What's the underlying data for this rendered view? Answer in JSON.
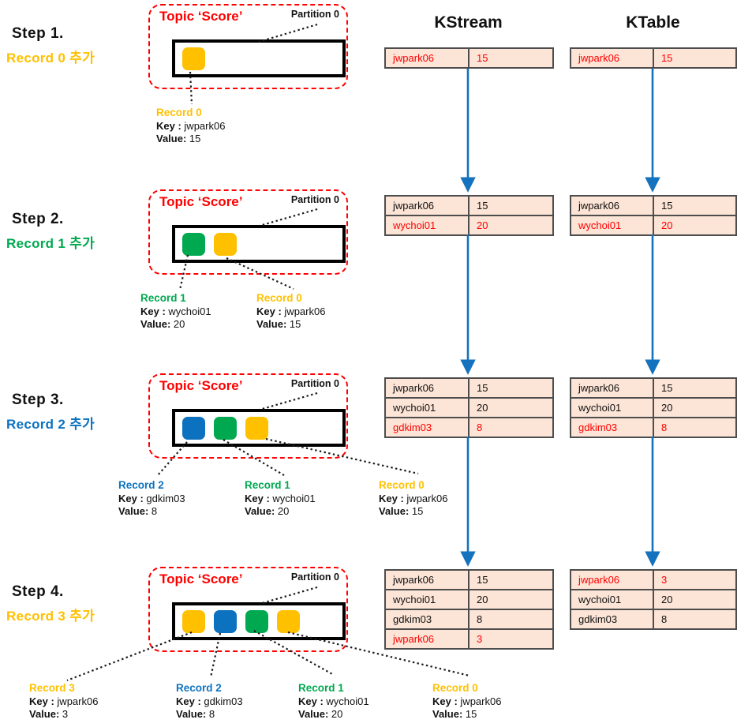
{
  "headers": {
    "kstream": "KStream",
    "ktable": "KTable"
  },
  "topic": {
    "title": "Topic ‘Score’",
    "partition": "Partition 0"
  },
  "colors": {
    "yellow": "#FFC000",
    "green": "#00A94F",
    "blue": "#0C72BF",
    "red": "#FF0000",
    "black": "#111111",
    "arrow": "#1472BE",
    "table_bg": "#FCE4D6",
    "topic_border": "#FF0000"
  },
  "steps": [
    {
      "label": "Step 1.",
      "sublabel": "Record 0 추가",
      "sublabel_color": "yellow",
      "squares": [
        "yellow"
      ],
      "records": [
        {
          "name": "Record 0",
          "color": "yellow",
          "key_label": "Key :",
          "key": "jwpark06",
          "value_label": "Value:",
          "value": "15"
        }
      ],
      "kstream": [
        {
          "key": "jwpark06",
          "value": "15",
          "new": true
        }
      ],
      "ktable": [
        {
          "key": "jwpark06",
          "value": "15",
          "new": true
        }
      ]
    },
    {
      "label": "Step 2.",
      "sublabel": "Record 1 추가",
      "sublabel_color": "green",
      "squares": [
        "green",
        "yellow"
      ],
      "records": [
        {
          "name": "Record 1",
          "color": "green",
          "key_label": "Key :",
          "key": "wychoi01",
          "value_label": "Value:",
          "value": "20"
        },
        {
          "name": "Record 0",
          "color": "yellow",
          "key_label": "Key :",
          "key": "jwpark06",
          "value_label": "Value:",
          "value": "15"
        }
      ],
      "kstream": [
        {
          "key": "jwpark06",
          "value": "15",
          "new": false
        },
        {
          "key": "wychoi01",
          "value": "20",
          "new": true
        }
      ],
      "ktable": [
        {
          "key": "jwpark06",
          "value": "15",
          "new": false
        },
        {
          "key": "wychoi01",
          "value": "20",
          "new": true
        }
      ]
    },
    {
      "label": "Step 3.",
      "sublabel": "Record 2 추가",
      "sublabel_color": "blue",
      "squares": [
        "blue",
        "green",
        "yellow"
      ],
      "records": [
        {
          "name": "Record 2",
          "color": "blue",
          "key_label": "Key :",
          "key": "gdkim03",
          "value_label": "Value:",
          "value": "8"
        },
        {
          "name": "Record 1",
          "color": "green",
          "key_label": "Key :",
          "key": "wychoi01",
          "value_label": "Value:",
          "value": "20"
        },
        {
          "name": "Record 0",
          "color": "yellow",
          "key_label": "Key :",
          "key": "jwpark06",
          "value_label": "Value:",
          "value": "15"
        }
      ],
      "kstream": [
        {
          "key": "jwpark06",
          "value": "15",
          "new": false
        },
        {
          "key": "wychoi01",
          "value": "20",
          "new": false
        },
        {
          "key": "gdkim03",
          "value": "8",
          "new": true
        }
      ],
      "ktable": [
        {
          "key": "jwpark06",
          "value": "15",
          "new": false
        },
        {
          "key": "wychoi01",
          "value": "20",
          "new": false
        },
        {
          "key": "gdkim03",
          "value": "8",
          "new": true
        }
      ]
    },
    {
      "label": "Step 4.",
      "sublabel": "Record 3 추가",
      "sublabel_color": "yellow",
      "squares": [
        "yellow",
        "blue",
        "green",
        "yellow"
      ],
      "records": [
        {
          "name": "Record 3",
          "color": "yellow",
          "key_label": "Key :",
          "key": "jwpark06",
          "value_label": "Value:",
          "value": "3"
        },
        {
          "name": "Record 2",
          "color": "blue",
          "key_label": "Key :",
          "key": "gdkim03",
          "value_label": "Value:",
          "value": "8"
        },
        {
          "name": "Record 1",
          "color": "green",
          "key_label": "Key :",
          "key": "wychoi01",
          "value_label": "Value:",
          "value": "20"
        },
        {
          "name": "Record 0",
          "color": "yellow",
          "key_label": "Key :",
          "key": "jwpark06",
          "value_label": "Value:",
          "value": "15"
        }
      ],
      "kstream": [
        {
          "key": "jwpark06",
          "value": "15",
          "new": false
        },
        {
          "key": "wychoi01",
          "value": "20",
          "new": false
        },
        {
          "key": "gdkim03",
          "value": "8",
          "new": false
        },
        {
          "key": "jwpark06",
          "value": "3",
          "new": true
        }
      ],
      "ktable": [
        {
          "key": "jwpark06",
          "value": "3",
          "new": true
        },
        {
          "key": "wychoi01",
          "value": "20",
          "new": false
        },
        {
          "key": "gdkim03",
          "value": "8",
          "new": false
        }
      ]
    }
  ]
}
